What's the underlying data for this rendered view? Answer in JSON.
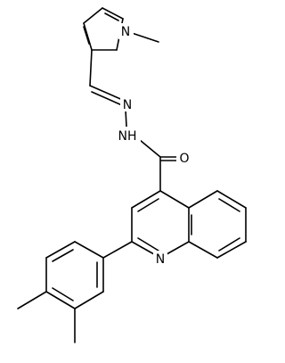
{
  "molecule": {
    "atom_labels": {
      "pyrrole_n": "N",
      "pyrrole_methyl": "",
      "imine_n": "N",
      "amide_nh": "NH",
      "carbonyl_o": "O",
      "quinoline_n": "N"
    }
  },
  "colors": {
    "bond": "#000000",
    "label": "#000000",
    "background": "#ffffff"
  }
}
